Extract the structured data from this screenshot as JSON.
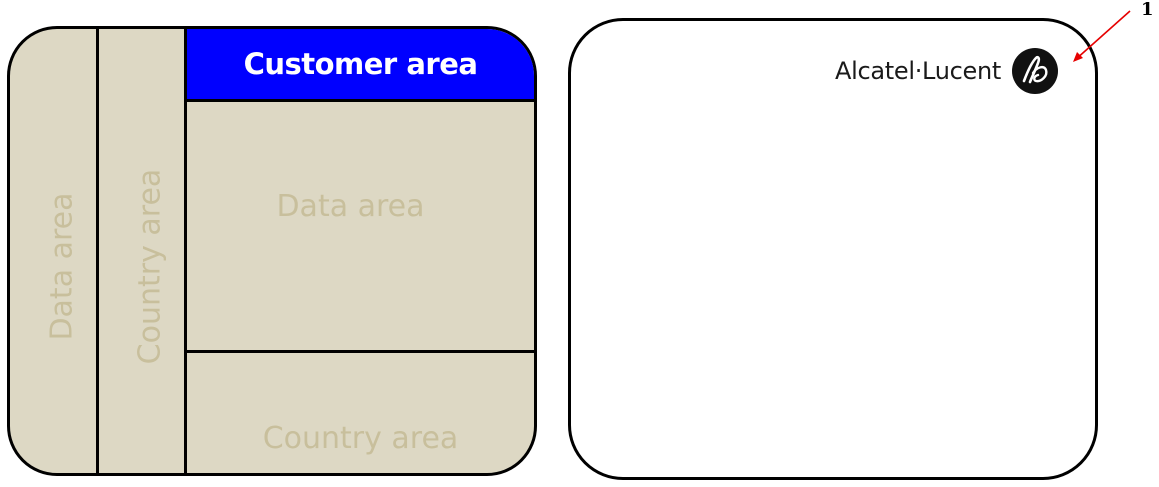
{
  "left_panel": {
    "customer_area_label": "Customer area",
    "col1_label": "Data area",
    "col2_label": "Country area",
    "main_label": "Data area",
    "bottom_label": "Country area"
  },
  "right_panel": {
    "brand_name": "Alcatel·Lucent",
    "logo_icon": "alcatel-lucent-logo-icon"
  },
  "callout": {
    "number": "1"
  },
  "colors": {
    "customer_area_bg": "#0000ff",
    "panel_fill": "#ddd8c4",
    "faded_text": "#c8bf9c",
    "callout_arrow": "#e60000"
  }
}
